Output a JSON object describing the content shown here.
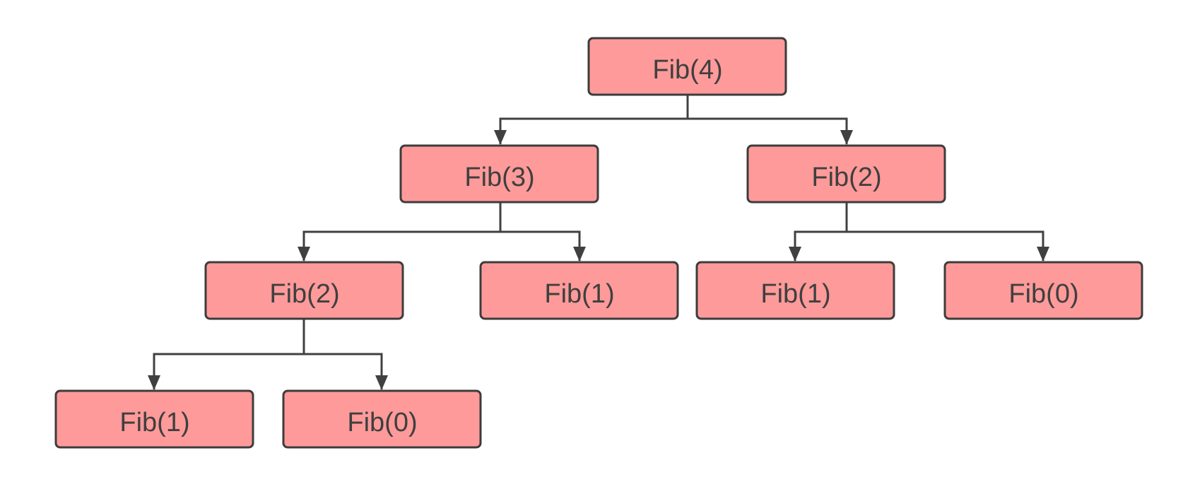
{
  "colors": {
    "node_fill": "#ff9a9a",
    "node_stroke": "#3c3c3c",
    "edge": "#404040",
    "text": "#3f3f3f",
    "background": "#ffffff"
  },
  "nodes": [
    {
      "id": "n_root",
      "label": "Fib(4)"
    },
    {
      "id": "n_l",
      "label": "Fib(3)"
    },
    {
      "id": "n_r",
      "label": "Fib(2)"
    },
    {
      "id": "n_ll",
      "label": "Fib(2)"
    },
    {
      "id": "n_lr",
      "label": "Fib(1)"
    },
    {
      "id": "n_rl",
      "label": "Fib(1)"
    },
    {
      "id": "n_rr",
      "label": "Fib(0)"
    },
    {
      "id": "n_lll",
      "label": "Fib(1)"
    },
    {
      "id": "n_llr",
      "label": "Fib(0)"
    }
  ],
  "edges": [
    {
      "from": "n_root",
      "to": "n_l"
    },
    {
      "from": "n_root",
      "to": "n_r"
    },
    {
      "from": "n_l",
      "to": "n_ll"
    },
    {
      "from": "n_l",
      "to": "n_lr"
    },
    {
      "from": "n_r",
      "to": "n_rl"
    },
    {
      "from": "n_r",
      "to": "n_rr"
    },
    {
      "from": "n_ll",
      "to": "n_lll"
    },
    {
      "from": "n_ll",
      "to": "n_llr"
    }
  ]
}
